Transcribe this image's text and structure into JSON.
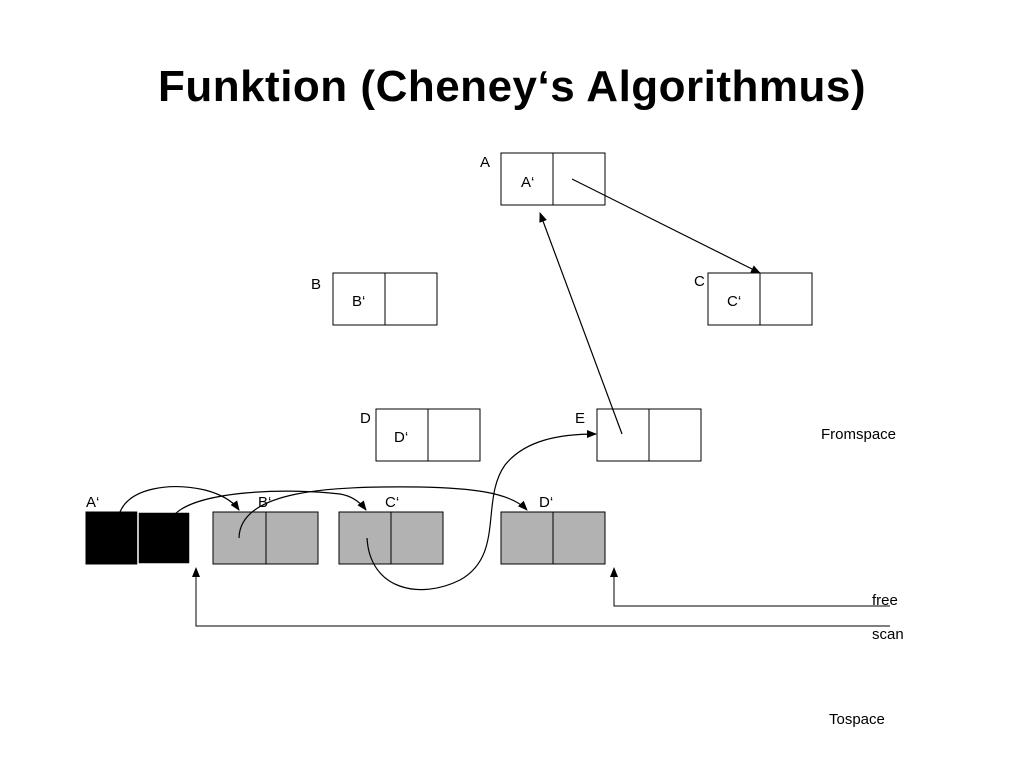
{
  "slide": {
    "title": "Funktion (Cheney‘s Algorithmus)"
  },
  "fromspace": {
    "label": "Fromspace",
    "nodes": [
      {
        "id": "A",
        "name": "A",
        "forward": "A‘"
      },
      {
        "id": "B",
        "name": "B",
        "forward": "B‘"
      },
      {
        "id": "C",
        "name": "C",
        "forward": "C‘"
      },
      {
        "id": "D",
        "name": "D",
        "forward": "D‘"
      },
      {
        "id": "E",
        "name": "E",
        "forward": ""
      }
    ]
  },
  "tospace": {
    "label": "Tospace",
    "cells": [
      {
        "id": "A'",
        "name": "A‘",
        "state": "scanned",
        "fill": "#000000"
      },
      {
        "id": "B'",
        "name": "B‘",
        "state": "copied",
        "fill": "#b2b2b2"
      },
      {
        "id": "C'",
        "name": "C‘",
        "state": "copied",
        "fill": "#b2b2b2"
      },
      {
        "id": "D'",
        "name": "D‘",
        "state": "copied",
        "fill": "#b2b2b2"
      }
    ],
    "pointers": {
      "free": "free",
      "scan": "scan"
    }
  }
}
